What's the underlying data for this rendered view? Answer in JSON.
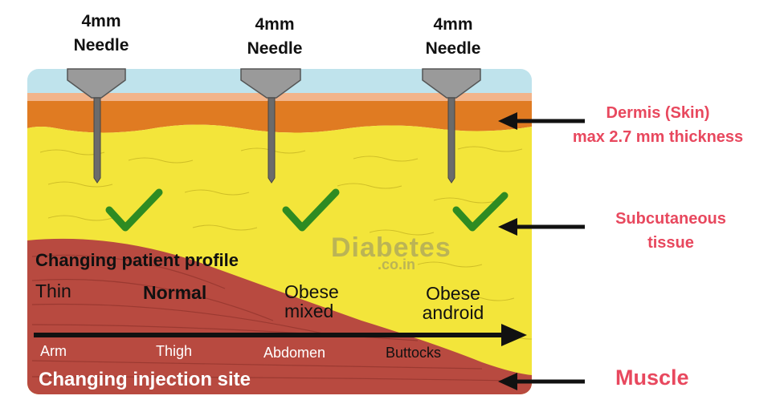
{
  "needles": [
    {
      "line1": "4mm",
      "line2": "Needle"
    },
    {
      "line1": "4mm",
      "line2": "Needle"
    },
    {
      "line1": "4mm",
      "line2": "Needle"
    }
  ],
  "layers": {
    "dermis": {
      "line1": "Dermis (Skin)",
      "line2": "max 2.7 mm thickness"
    },
    "subcutaneous": {
      "line1": "Subcutaneous",
      "line2": "tissue"
    },
    "muscle": "Muscle"
  },
  "profile": {
    "title": "Changing patient profile",
    "types": [
      "Thin",
      "Normal",
      "Obese mixed",
      "Obese android"
    ]
  },
  "sites": {
    "title": "Changing injection site",
    "items": [
      "Arm",
      "Thigh",
      "Abdomen",
      "Buttocks"
    ]
  },
  "watermark": {
    "main": "Diabetes",
    "sub": ".co.in"
  },
  "colors": {
    "surface": "#bfe3ec",
    "skin_line": "#f2b48a",
    "dermis": "#e07b22",
    "subcutaneous": "#f3e53a",
    "muscle": "#b84a40",
    "check": "#2e8b22",
    "label_accent": "#e8485e"
  }
}
